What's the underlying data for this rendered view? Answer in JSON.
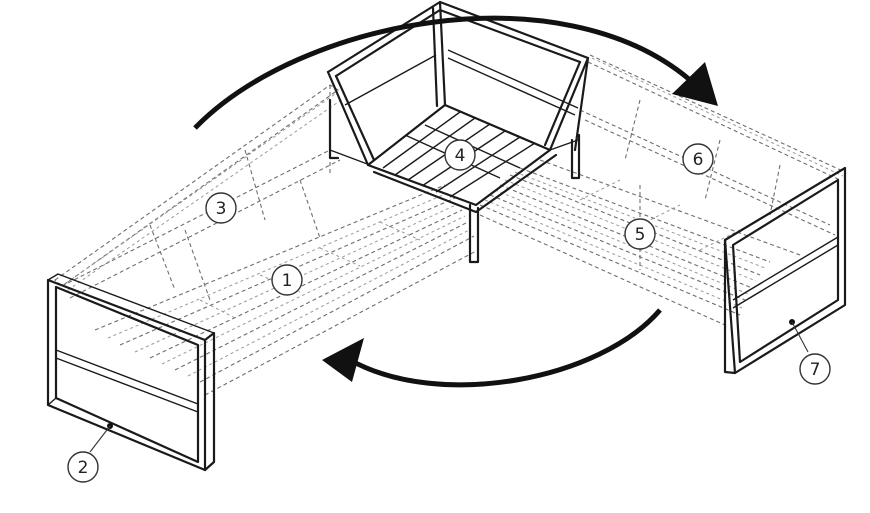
{
  "callouts": [
    {
      "id": "1",
      "label": "1"
    },
    {
      "id": "2",
      "label": "2"
    },
    {
      "id": "3",
      "label": "3"
    },
    {
      "id": "4",
      "label": "4"
    },
    {
      "id": "5",
      "label": "5"
    },
    {
      "id": "6",
      "label": "6"
    },
    {
      "id": "7",
      "label": "7"
    }
  ],
  "arrows": [
    {
      "name": "rotation-arrow-top",
      "direction": "clockwise"
    },
    {
      "name": "rotation-arrow-bottom",
      "direction": "clockwise"
    }
  ],
  "colors": {
    "line": "#1a1a1a",
    "dashed": "#6e6e6e",
    "background": "#ffffff"
  }
}
